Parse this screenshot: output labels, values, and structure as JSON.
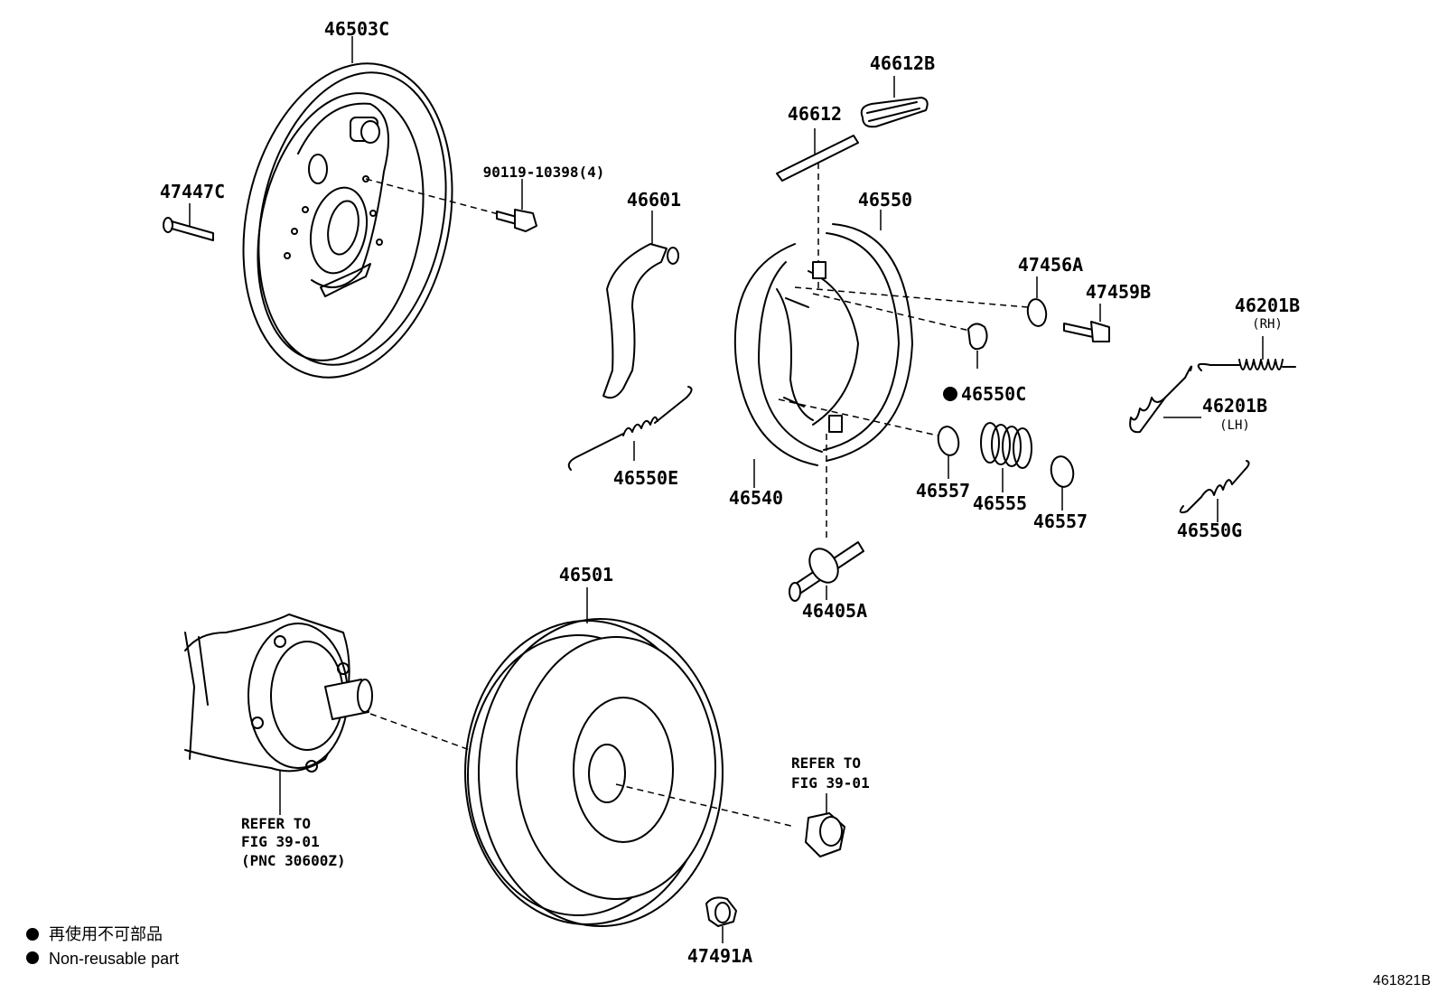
{
  "parts": {
    "p46503C": "46503C",
    "p47447C": "47447C",
    "p90119": "90119-10398(4)",
    "p46612B": "46612B",
    "p46612": "46612",
    "p46601": "46601",
    "p46550": "46550",
    "p47456A": "47456A",
    "p47459B": "47459B",
    "p46201B_rh": "46201B",
    "p46201B_lh": "46201B",
    "p46550C": "46550C",
    "p46550E": "46550E",
    "p46540": "46540",
    "p46557a": "46557",
    "p46555": "46555",
    "p46557b": "46557",
    "p46550G": "46550G",
    "p46405A": "46405A",
    "p46501": "46501",
    "p47491A": "47491A"
  },
  "sides": {
    "rh": "(RH)",
    "lh": "(LH)"
  },
  "refs": {
    "hub": [
      "REFER TO",
      "FIG 39-01",
      "(PNC 30600Z)"
    ],
    "nut": [
      "REFER TO",
      "FIG 39-01"
    ]
  },
  "legend": {
    "line1": "再使用不可部品",
    "line2": "Non-reusable part"
  },
  "figure_code": "461821B"
}
